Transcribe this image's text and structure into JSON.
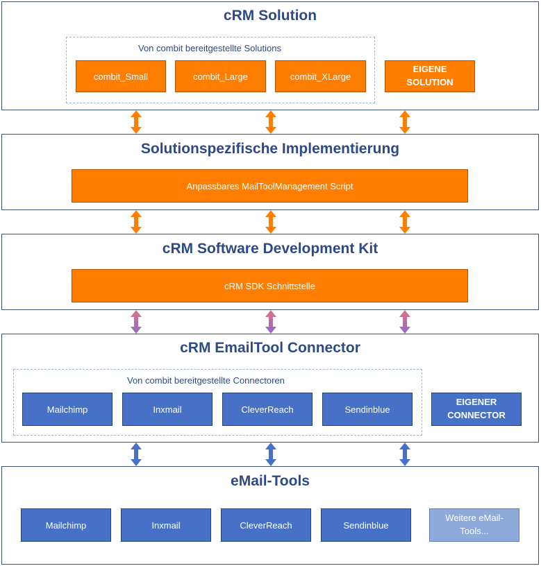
{
  "layers": {
    "solution": {
      "title": "cRM Solution",
      "group_label": "Von combit bereitgestellte Solutions",
      "items": [
        "combit_Small",
        "combit_Large",
        "combit_XLarge"
      ],
      "custom": [
        "EIGENE",
        "SOLUTION"
      ]
    },
    "implementation": {
      "title": "Solutionspezifische Implementierung",
      "bar": "Anpassbares MailToolManagement Script"
    },
    "sdk": {
      "title": "cRM Software Development Kit",
      "bar": "cRM SDK Schnittstelle"
    },
    "connector": {
      "title": "cRM EmailTool Connector",
      "group_label": "Von combit bereitgestellte Connectoren",
      "items": [
        "Mailchimp",
        "Inxmail",
        "CleverReach",
        "Sendinblue"
      ],
      "custom": [
        "EIGENER",
        "CONNECTOR"
      ]
    },
    "tools": {
      "title": "eMail-Tools",
      "items": [
        "Mailchimp",
        "Inxmail",
        "CleverReach",
        "Sendinblue"
      ],
      "more": [
        "Weitere eMail-",
        "Tools..."
      ]
    }
  },
  "colors": {
    "orange": "#ff7e00",
    "blue": "#4671c6",
    "light_blue": "#8eaadb",
    "title": "#2e4a85",
    "gradient_top": "#e0728a",
    "gradient_bottom": "#8f6bc6"
  }
}
